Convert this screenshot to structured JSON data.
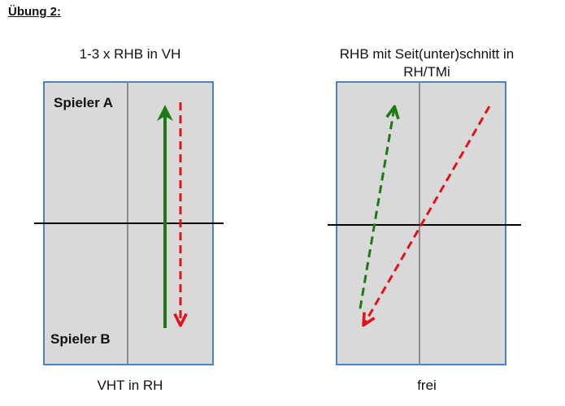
{
  "heading": "Übung 2:",
  "left_court": {
    "title": "1-3 x RHB in VH",
    "player_top": "Spieler A",
    "player_bottom": "Spieler B",
    "footer": "VHT in RH"
  },
  "right_court": {
    "title": "RHB mit Seit(unter)schnitt in RH/TMi",
    "footer": "frei"
  },
  "colors": {
    "court_fill": "#d9d9d9",
    "court_border": "#4f81bd",
    "center_line": "#8c8c8c",
    "net": "#000000",
    "green_arrow": "#1b7a12",
    "red_arrow": "#e0121b"
  }
}
